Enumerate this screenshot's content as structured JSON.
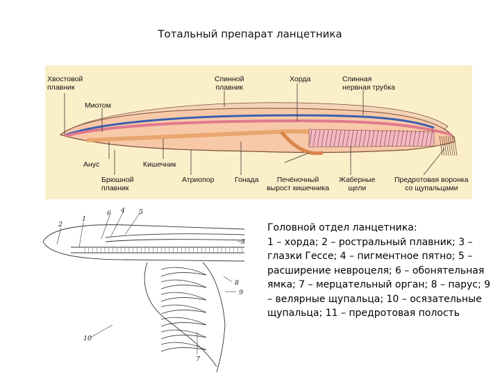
{
  "title": "Тотальный препарат ланцетника",
  "total_diagram": {
    "labels_top": [
      {
        "line1": "Хвостовой",
        "line2": "плавник"
      },
      {
        "line1": "Спинной",
        "line2": "плавник"
      },
      {
        "line1": "Хорда",
        "line2": ""
      },
      {
        "line1": "Спинная",
        "line2": "нервная трубка"
      },
      {
        "line1": "Миотом",
        "line2": ""
      }
    ],
    "labels_bottom": [
      {
        "line1": "Анус",
        "line2": ""
      },
      {
        "line1": "Кишечник",
        "line2": ""
      },
      {
        "line1": "Брюшной",
        "line2": "плавник"
      },
      {
        "line1": "Атриопор",
        "line2": ""
      },
      {
        "line1": "Гонада",
        "line2": ""
      },
      {
        "line1": "Печёночный",
        "line2": "вырост кишечника"
      },
      {
        "line1": "Жаберные",
        "line2": "щели"
      },
      {
        "line1": "Предротовая воронка",
        "line2": "со щупальцами"
      }
    ]
  },
  "head_diagram": {
    "numbers": [
      "1",
      "2",
      "3",
      "4",
      "5",
      "6",
      "7",
      "8",
      "9",
      "10"
    ]
  },
  "caption": {
    "heading": "Головной отдел ланцетника:",
    "body": "1 – хорда; 2 – ростральный плавник; 3 – глазки Гессе; 4 – пигментное пятно; 5 – расширение невроцеля; 6 – обонятельная ямка; 7 – мерцательный орган; 8 – парус; 9 – велярные щупальца; 10 – осязательные щупальца; 11 – предротовая полость"
  }
}
